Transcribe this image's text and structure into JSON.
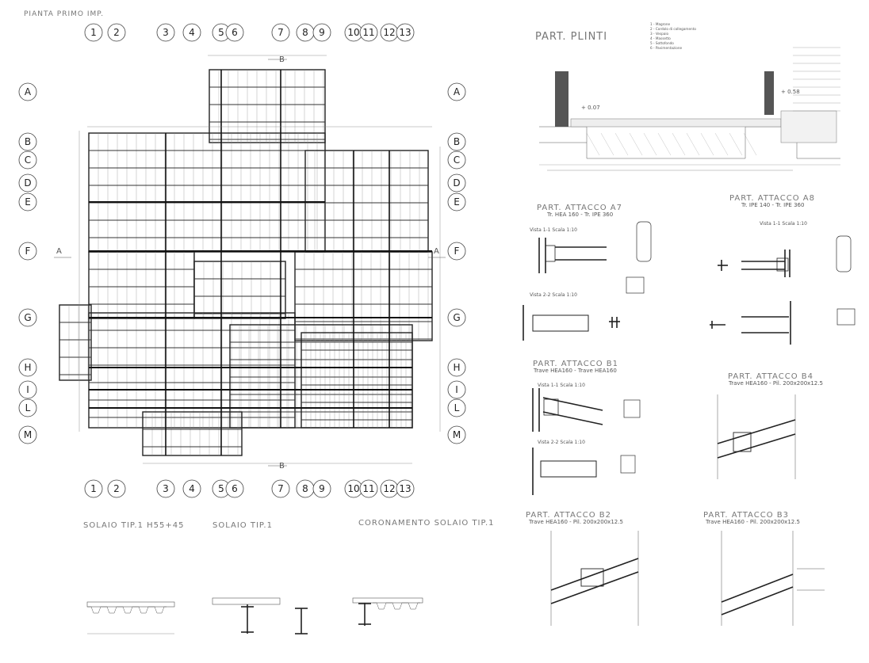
{
  "plan": {
    "title": "PIANTA PRIMO IMP.",
    "columns": [
      "1",
      "2",
      "3",
      "4",
      "5",
      "6",
      "7",
      "8",
      "9",
      "10",
      "11",
      "12",
      "13"
    ],
    "rows": [
      "A",
      "B",
      "C",
      "D",
      "E",
      "F",
      "G",
      "H",
      "I",
      "L",
      "M"
    ],
    "section_marks": [
      "A",
      "A",
      "B",
      "B"
    ]
  },
  "details": {
    "plinti": {
      "title": "PART. PLINTI",
      "legend": [
        "1 - Magrone",
        "2 - Cordolo di collegamento",
        "3 - Vespaio",
        "4 - Massetto",
        "5 - Sottofondo",
        "6 - Pavimentazione"
      ],
      "level_1": "+ 0.07",
      "level_2": "+ 0.58"
    },
    "a7": {
      "title": "PART. ATTACCO A7",
      "subtitle": "Tr. HEA 160 - Tr. IPE 360"
    },
    "a8": {
      "title": "PART. ATTACCO A8",
      "subtitle": "Tr. IPE 140 - Tr. IPE 360"
    },
    "b1": {
      "title": "PART. ATTACCO B1",
      "subtitle": "Trave HEA160 - Trave HEA160"
    },
    "b4": {
      "title": "PART. ATTACCO B4",
      "subtitle": "Trave HEA160 - Pil. 200x200x12.5"
    },
    "b2": {
      "title": "PART. ATTACCO B2",
      "subtitle": "Trave HEA160 - Pil. 200x200x12.5"
    },
    "b3": {
      "title": "PART. ATTACCO B3",
      "subtitle": "Trave HEA160 - Pil. 200x200x12.5"
    },
    "views": {
      "v11": "Vista 1-1 Scala 1:10",
      "v22": "Vista 2-2 Scala 1:10"
    }
  },
  "sections": {
    "s1": "SOLAIO TIP.1 H55+45",
    "s2": "SOLAIO TIP.1",
    "s3": "CORONAMENTO SOLAIO TIP.1"
  }
}
